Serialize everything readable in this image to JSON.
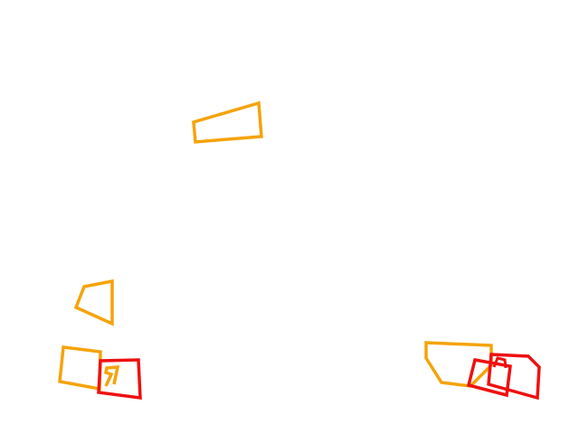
{
  "colors": {
    "background": "#ffffff",
    "orange": "#f5a30a",
    "red": "#ef1010"
  },
  "shapes": [
    {
      "name": "orange-quad-top",
      "color": "orange"
    },
    {
      "name": "orange-quad-left-mid",
      "color": "orange"
    },
    {
      "name": "orange-square-bottom-left",
      "color": "orange"
    },
    {
      "name": "red-square-bottom-left",
      "color": "red"
    },
    {
      "name": "orange-notch-inside-red",
      "color": "orange"
    },
    {
      "name": "orange-hexagon-bottom-right",
      "color": "orange"
    },
    {
      "name": "red-square-bottom-right-front",
      "color": "red"
    },
    {
      "name": "red-square-bottom-right-back",
      "color": "red"
    }
  ]
}
